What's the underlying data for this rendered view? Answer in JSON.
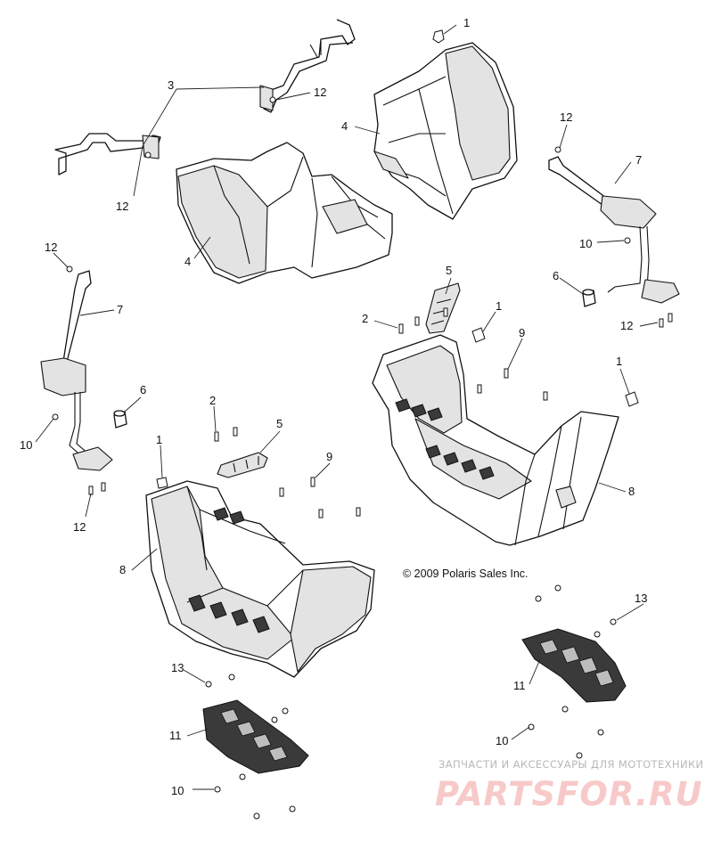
{
  "callouts": {
    "c1a": "1",
    "c1b": "1",
    "c1c": "1",
    "c1d": "1",
    "c2a": "2",
    "c2b": "2",
    "c3": "3",
    "c4a": "4",
    "c4b": "4",
    "c5a": "5",
    "c5b": "5",
    "c6a": "6",
    "c6b": "6",
    "c7a": "7",
    "c7b": "7",
    "c8a": "8",
    "c8b": "8",
    "c9a": "9",
    "c9b": "9",
    "c10a": "10",
    "c10b": "10",
    "c10c": "10",
    "c10d": "10",
    "c11a": "11",
    "c11b": "11",
    "c12a": "12",
    "c12b": "12",
    "c12c": "12",
    "c12d": "12",
    "c12e": "12",
    "c12f": "12",
    "c13a": "13",
    "c13b": "13"
  },
  "copyright": "© 2009 Polaris Sales Inc.",
  "watermark": {
    "tagline": "ЗАПЧАСТИ И АКСЕССУАРЫ ДЛЯ МОТОТЕХНИКИ",
    "logo": "PARTSFOR.RU"
  }
}
